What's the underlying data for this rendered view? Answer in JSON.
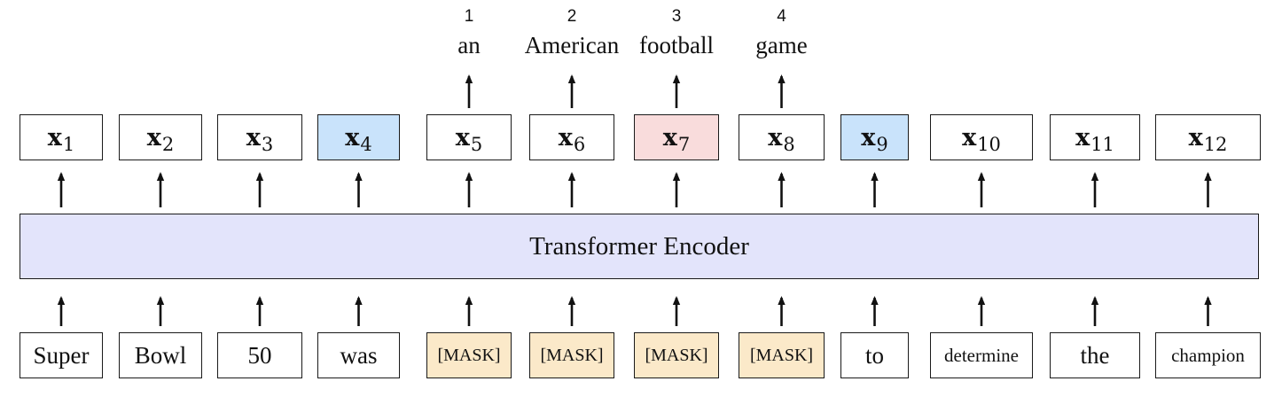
{
  "colors": {
    "plain": "#ffffff",
    "context_highlight": "#c9e3fb",
    "target_highlight": "#f9dcdc",
    "mask_fill": "#fbe9c9",
    "encoder_fill": "#e3e4fb",
    "stroke": "#1a1a1a"
  },
  "encoder": {
    "label": "Transformer Encoder"
  },
  "outputs": [
    {
      "var": "x",
      "sub": "1",
      "highlight": "none"
    },
    {
      "var": "x",
      "sub": "2",
      "highlight": "none"
    },
    {
      "var": "x",
      "sub": "3",
      "highlight": "none"
    },
    {
      "var": "x",
      "sub": "4",
      "highlight": "context"
    },
    {
      "var": "x",
      "sub": "5",
      "highlight": "none"
    },
    {
      "var": "x",
      "sub": "6",
      "highlight": "none"
    },
    {
      "var": "x",
      "sub": "7",
      "highlight": "target"
    },
    {
      "var": "x",
      "sub": "8",
      "highlight": "none"
    },
    {
      "var": "x",
      "sub": "9",
      "highlight": "context"
    },
    {
      "var": "x",
      "sub": "10",
      "highlight": "none"
    },
    {
      "var": "x",
      "sub": "11",
      "highlight": "none"
    },
    {
      "var": "x",
      "sub": "12",
      "highlight": "none"
    }
  ],
  "inputs": [
    {
      "text": "Super",
      "masked": false
    },
    {
      "text": "Bowl",
      "masked": false
    },
    {
      "text": "50",
      "masked": false
    },
    {
      "text": "was",
      "masked": false
    },
    {
      "text": "[MASK]",
      "masked": true
    },
    {
      "text": "[MASK]",
      "masked": true
    },
    {
      "text": "[MASK]",
      "masked": true
    },
    {
      "text": "[MASK]",
      "masked": true
    },
    {
      "text": "to",
      "masked": false
    },
    {
      "text": "determine",
      "masked": false
    },
    {
      "text": "the",
      "masked": false
    },
    {
      "text": "champion",
      "masked": false
    }
  ],
  "predictions": [
    {
      "rank": "1",
      "word": "an"
    },
    {
      "rank": "2",
      "word": "American"
    },
    {
      "rank": "3",
      "word": "football"
    },
    {
      "rank": "4",
      "word": "game"
    }
  ]
}
